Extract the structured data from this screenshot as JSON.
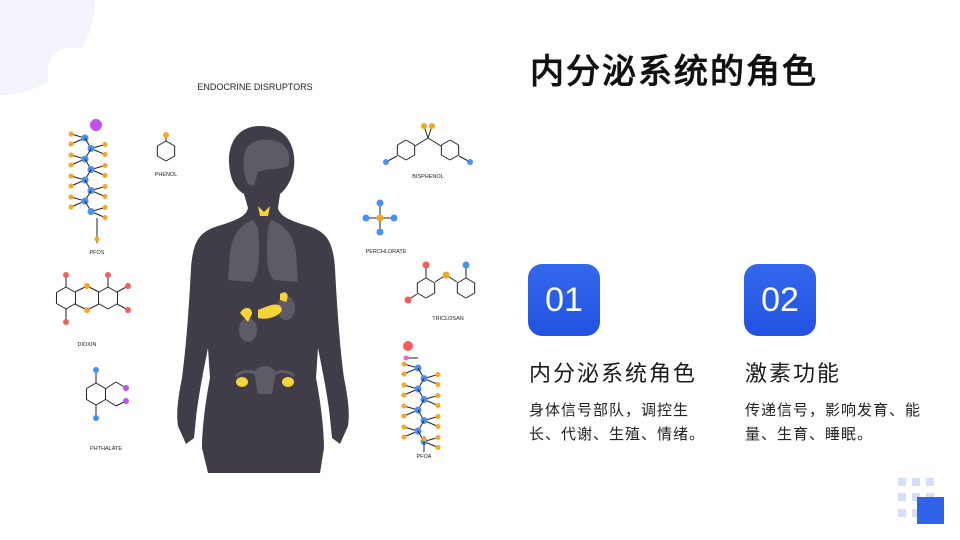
{
  "title": "内分泌系统的角色",
  "illustration": {
    "heading": "ENDOCRINE DISRUPTORS",
    "labels": {
      "pfos": "PFOS",
      "phenol": "PHENOL",
      "bisphenol": "BISPHENOL",
      "perchlorate": "PERCHLORATE",
      "triclosan": "TRICLOSAN",
      "dioxin": "DIOXIN",
      "phthalate": "PHTHALATE",
      "pfoa": "PFOA"
    }
  },
  "cards": [
    {
      "number": "01",
      "heading": "内分泌系统角色",
      "text": "身体信号部队，调控生长、代谢、生殖、情绪。"
    },
    {
      "number": "02",
      "heading": "激素功能",
      "text": "传递信号，影响发育、能量、生育、睡眠。"
    }
  ],
  "colors": {
    "accent": "#2f64e8",
    "silhouette": "#403d48",
    "gland": "#f5d43a"
  }
}
